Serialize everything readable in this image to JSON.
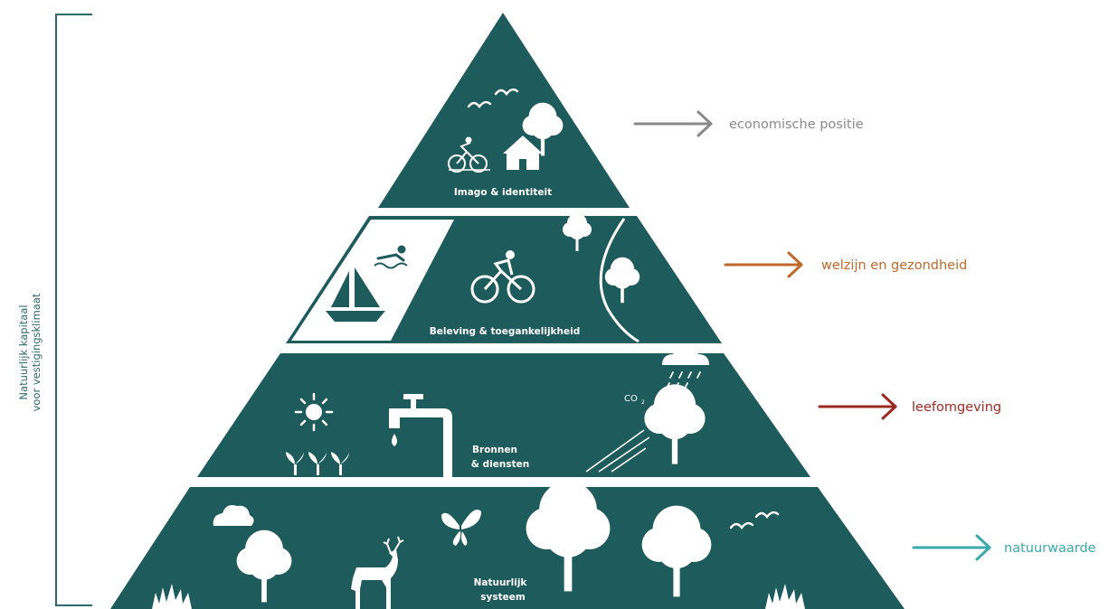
{
  "colors": {
    "pyramid": "#1e5b5d",
    "icon": "#ffffff",
    "economic": "#8a8a8a",
    "wellbeing": "#c0692a",
    "living": "#9c2a22",
    "nature": "#3aa9ad",
    "bracket": "#2f6a6b"
  },
  "side_label": {
    "line1": "Natuurlijk kapitaal",
    "line2": "voor vestigingsklimaat"
  },
  "tiers": [
    {
      "label": "Imago & identiteit",
      "outcome": "economische positie"
    },
    {
      "label": "Beleving & toegankelijkheid",
      "outcome": "welzijn en gezondheid"
    },
    {
      "label_line1": "Bronnen",
      "label_line2": "& diensten",
      "outcome": "leefomgeving",
      "co2": "CO"
    },
    {
      "label_line1": "Natuurlijk",
      "label_line2": "systeem",
      "outcome": "natuurwaarde"
    }
  ]
}
